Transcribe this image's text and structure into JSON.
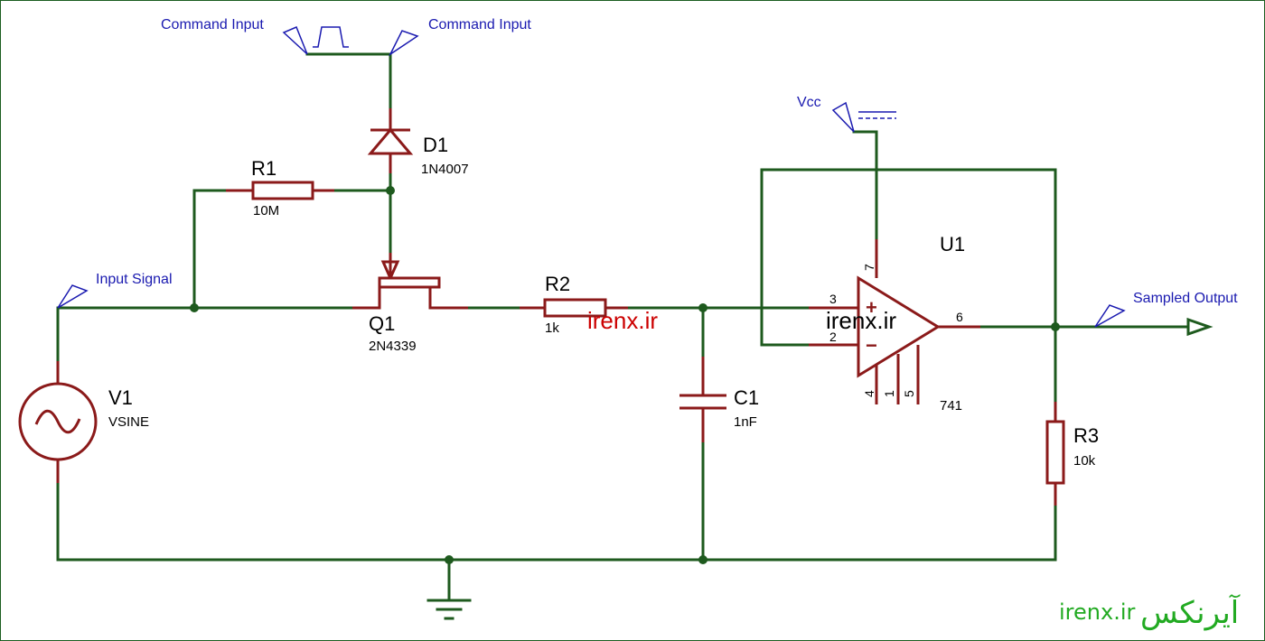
{
  "terminals": {
    "command_input_left": "Command Input",
    "command_input_right": "Command Input",
    "vcc": "Vcc",
    "input_signal": "Input Signal",
    "sampled_output": "Sampled Output"
  },
  "components": {
    "d1": {
      "ref": "D1",
      "value": "1N4007"
    },
    "r1": {
      "ref": "R1",
      "value": "10M"
    },
    "q1": {
      "ref": "Q1",
      "value": "2N4339"
    },
    "r2": {
      "ref": "R2",
      "value": "1k"
    },
    "c1": {
      "ref": "C1",
      "value": "1nF"
    },
    "v1": {
      "ref": "V1",
      "value": "VSINE"
    },
    "u1": {
      "ref": "U1",
      "value": "741"
    },
    "r3": {
      "ref": "R3",
      "value": "10k"
    }
  },
  "opamp_pins": {
    "noninv": "3",
    "inv": "2",
    "out": "6",
    "vplus": "7",
    "vminus": "4",
    "offset1": "1",
    "offset2": "5",
    "plus_sign": "+",
    "minus_sign": "−"
  },
  "watermarks": {
    "center": "irenx.ir",
    "opamp": "irenx.ir",
    "brand_latin": "irenx.ir",
    "brand_persian": "آیرنکس"
  },
  "colors": {
    "wire": "#1e5a1e",
    "component": "#8b1a1a",
    "terminal": "#1a1ab0",
    "watermark": "#cc0000",
    "brand": "#22aa22"
  }
}
